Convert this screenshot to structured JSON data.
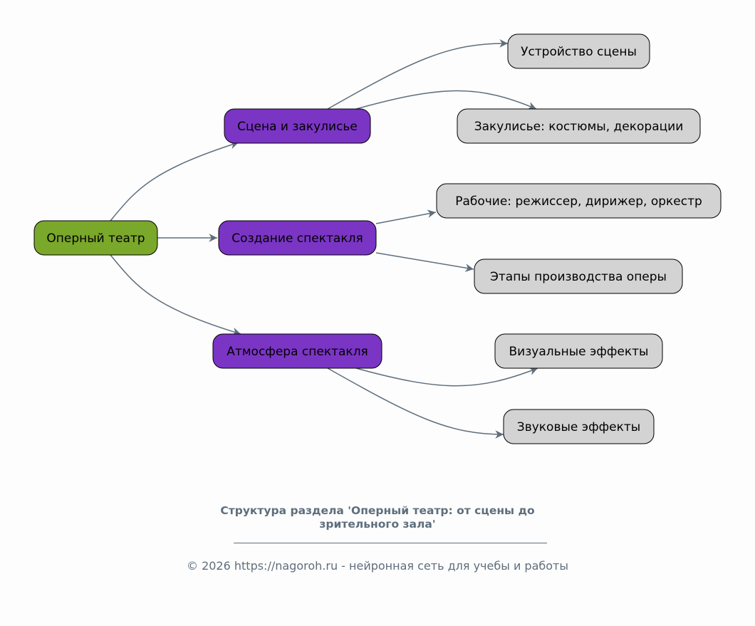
{
  "colors": {
    "root": "#7aa82a",
    "branch": "#7b35c5",
    "leaf": "#d3d3d3",
    "edge": "#5f6e7c",
    "text_muted": "#5f6e7c"
  },
  "diagram": {
    "root": {
      "label": "Оперный театр"
    },
    "branches": [
      {
        "label": "Сцена и закулисье",
        "children": [
          "Устройство сцены",
          "Закулисье: костюмы, декорации"
        ]
      },
      {
        "label": "Создание спектакля",
        "children": [
          "Рабочие: режиссер, дирижер, оркестр",
          "Этапы производства оперы"
        ]
      },
      {
        "label": "Атмосфера спектакля",
        "children": [
          "Визуальные эффекты",
          "Звуковые эффекты"
        ]
      }
    ]
  },
  "caption": {
    "title": "Структура раздела 'Оперный театр: от сцены до зрительного зала'",
    "footer": "© 2026 https://nagoroh.ru - нейронная сеть для учебы и работы"
  }
}
